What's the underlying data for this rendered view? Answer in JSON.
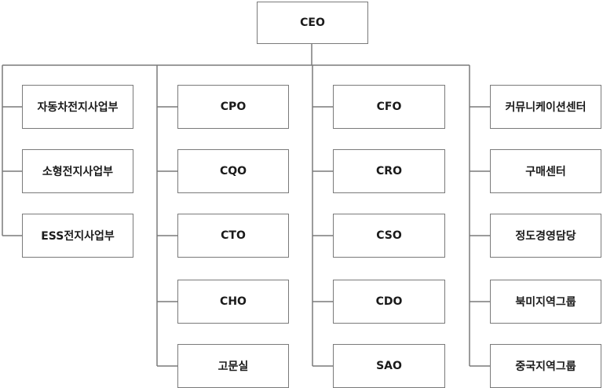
{
  "ceo": "CEO",
  "columns": [
    {
      "items": [
        "자동차전지사업부",
        "소형전지사업부",
        "ESS전지사업부"
      ]
    },
    {
      "items": [
        "CPO",
        "CQO",
        "CTO",
        "CHO",
        "고문실"
      ]
    },
    {
      "items": [
        "CFO",
        "CRO",
        "CSO",
        "CDO",
        "SAO"
      ]
    },
    {
      "items": [
        "커뮤니케이션센터",
        "구매센터",
        "정도경영담당",
        "북미지역그룹",
        "중국지역그룹"
      ]
    }
  ],
  "colors": {
    "line": "#7a7a7a",
    "border": "#7a7a7a",
    "text": "#1a1a1a"
  }
}
